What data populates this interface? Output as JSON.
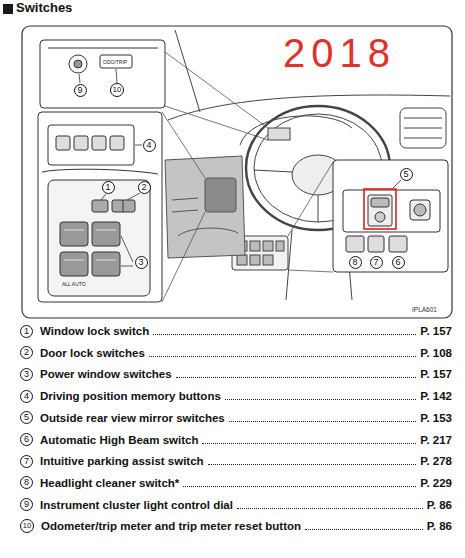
{
  "diagram": {
    "title": "Switches",
    "labels": [
      "2018",
      "ODO/TRIP",
      "9",
      "10",
      "4",
      "1",
      "2",
      "3",
      "ALL AUTO",
      "5",
      "8",
      "7",
      "6",
      "IPLA601",
      "1",
      "Window lock switch",
      "P. 157",
      "2",
      "Door lock switches",
      "P. 108",
      "3",
      "Power window switches",
      "P. 157",
      "4",
      "Driving position memory buttons",
      "P. 142",
      "5",
      "Outside rear view mirror switches",
      "P. 153",
      "6",
      "Automatic High Beam switch",
      "P. 217",
      "7",
      "Intuitive parking assist switch",
      "P. 278",
      "8",
      "Headlight cleaner switch*",
      "P. 229",
      "9",
      "Instrument cluster light control dial",
      "P. 86",
      "10",
      "Odometer/trip meter and trip meter reset button",
      "P. 86"
    ]
  }
}
